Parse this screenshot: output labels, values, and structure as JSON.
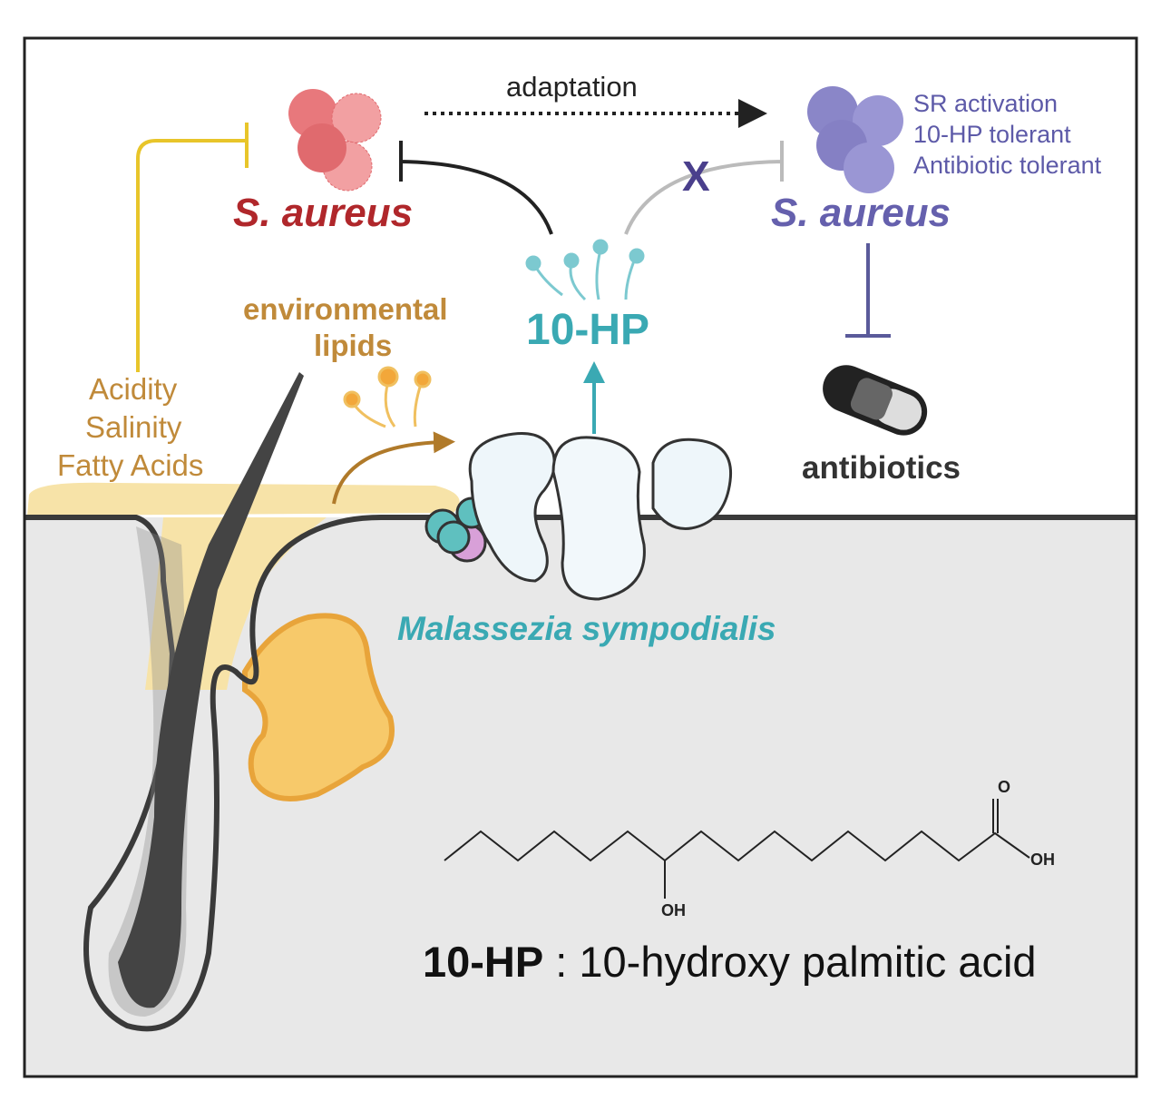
{
  "labels": {
    "adaptation": "adaptation",
    "s_aureus_left": "S. aureus",
    "s_aureus_right": "S. aureus",
    "sr_activation": "SR activation",
    "hp_tolerant": "10-HP tolerant",
    "antibiotic_tolerant": "Antibiotic tolerant",
    "blocked_mark": "X",
    "hp": "10-HP",
    "environmental": "environmental",
    "lipids": "lipids",
    "acidity": "Acidity",
    "salinity": "Salinity",
    "fatty_acids": "Fatty Acids",
    "antibiotics": "antibiotics",
    "malassezia": "Malassezia sympodialis",
    "oh_side": "OH",
    "oh_acid": "OH",
    "carbonyl_o": "O",
    "caption_bold": "10-HP",
    "caption_rest": " : 10-hydroxy palmitic acid"
  },
  "colors": {
    "s_aureus_sensitive": "#e06a6e",
    "s_aureus_label_left": "#b0272b",
    "s_aureus_tolerant": "#8a86c8",
    "s_aureus_label_right": "#6560ad",
    "hp": "#3aa9b3",
    "lipid": "#e8a43a",
    "env_label": "#c08a3a",
    "yellow_line": "#e8c52a",
    "skin": "#e8e8e8",
    "sebum": "#f7e3a8"
  }
}
